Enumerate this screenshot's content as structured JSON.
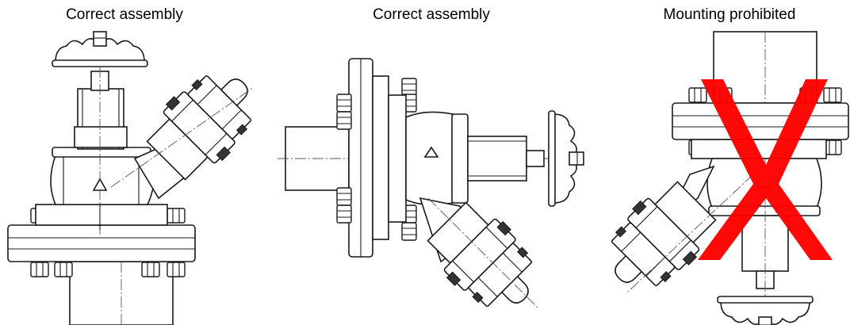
{
  "panels": [
    {
      "caption": "Correct assembly",
      "status": "correct"
    },
    {
      "caption": "Correct assembly",
      "status": "correct"
    },
    {
      "caption": "Mounting prohibited",
      "status": "prohibited"
    }
  ],
  "colors": {
    "prohibited_mark": "#ff0000",
    "line": "#1a1a1a"
  },
  "icons": [
    "handwheel-icon",
    "prohibited-cross-icon"
  ]
}
